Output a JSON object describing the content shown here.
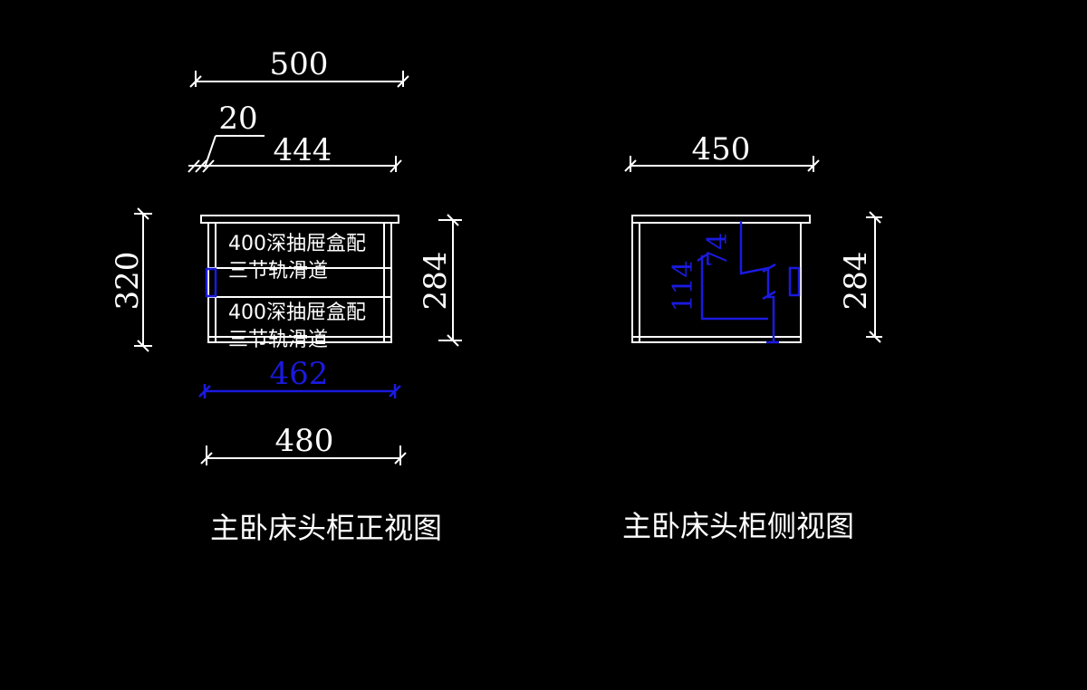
{
  "front_view": {
    "title": "主卧床头柜正视图",
    "dim_overall_width": "500",
    "dim_side_thickness": "20",
    "dim_inner_width": "444",
    "dim_height": "320",
    "dim_inner_height": "284",
    "dim_drawer_width": "462",
    "dim_base_width": "480",
    "drawer_note_line1": "400深抽屉盒配",
    "drawer_note_line2": "三节轨滑道"
  },
  "side_view": {
    "title": "主卧床头柜侧视图",
    "dim_depth": "450",
    "dim_inner_height": "284",
    "dim_drawer_height": "114",
    "dim_drawer_offset": "74"
  },
  "colors": {
    "line": "#ffffff",
    "accent": "#1a1ae0",
    "background": "#000000"
  }
}
